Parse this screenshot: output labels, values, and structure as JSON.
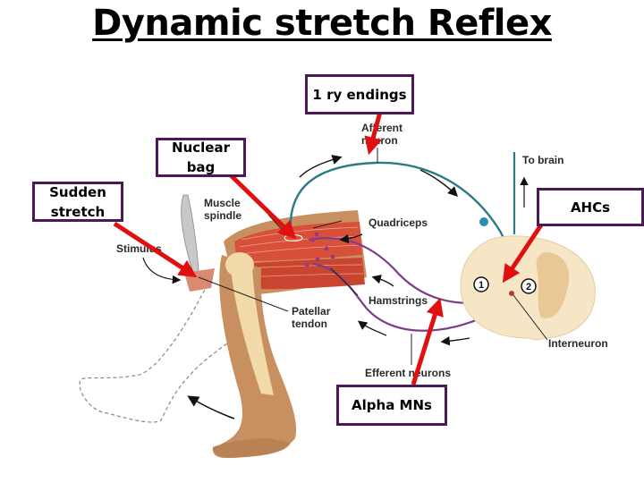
{
  "title": "Dynamic stretch Reflex",
  "callouts": {
    "primary_endings": "1 ry endings",
    "nuclear_bag": "Nuclear bag",
    "sudden_stretch": "Sudden stretch",
    "ahcs": "AHCs",
    "alpha_mns": "Alpha MNs"
  },
  "labels": {
    "afferent_1": "Afferent",
    "afferent_2": "neuron",
    "to_brain": "To brain",
    "muscle_spindle_1": "Muscle",
    "muscle_spindle_2": "spindle",
    "stimulus": "Stimulus",
    "quadriceps": "Quadriceps",
    "hamstrings": "Hamstrings",
    "patellar_1": "Patellar",
    "patellar_2": "tendon",
    "interneuron": "Interneuron",
    "efferent_neurons": "Efferent neurons",
    "synapse_1": "1",
    "synapse_2": "2"
  },
  "colors": {
    "callout_border": "#4b1a56",
    "pointer_arrow": "#e01010",
    "afferent_nerve": "#2b7a86",
    "efferent_nerve": "#7a3d8a",
    "muscle": "#d9503a",
    "skin": "#c89060",
    "bone": "#f1d9a8",
    "spinal_cord": "#f6e6c6"
  }
}
